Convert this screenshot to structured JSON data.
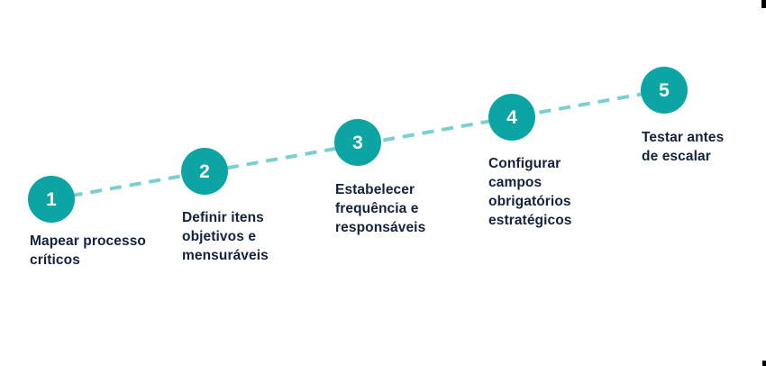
{
  "diagram": {
    "type": "process-steps-timeline",
    "language": "pt-BR",
    "colors": {
      "circle": "#0DA5A4",
      "dash": "#7CCFCE",
      "text": "#14223C",
      "number": "#FFFFFF",
      "background": "#FFFFFF"
    },
    "steps": [
      {
        "number": "1",
        "label": "Mapear processo\ncríticos"
      },
      {
        "number": "2",
        "label": "Definir itens\nobjetivos e\nmensuráveis"
      },
      {
        "number": "3",
        "label": "Estabelecer\nfrequência e\nresponsáveis"
      },
      {
        "number": "4",
        "label": "Configurar\ncampos\nobrigatórios\nestratégicos"
      },
      {
        "number": "5",
        "label": "Testar antes\nde escalar"
      }
    ]
  }
}
